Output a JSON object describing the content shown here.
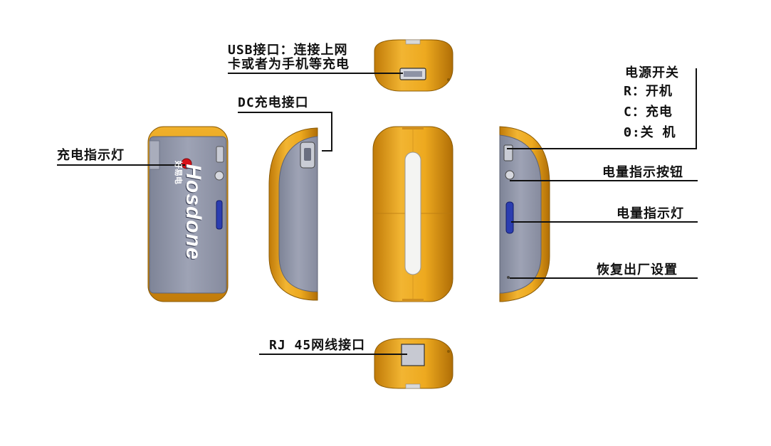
{
  "labels": {
    "usb_port_line1": "USB接口：连接上网",
    "usb_port_line2": "卡或者为手机等充电",
    "dc_port": "DC充电接口",
    "charge_indicator": "充电指示灯",
    "power_switch_title": "电源开关",
    "power_switch_r": "R：开机",
    "power_switch_c": "C：充电",
    "power_switch_off": "Θ:关 机",
    "battery_button": "电量指示按钮",
    "battery_indicator": "电量指示灯",
    "factory_reset": "恢复出厂设置",
    "rj45_port": "RJ 45网线接口"
  },
  "brand": {
    "logo_text": "Hosdone",
    "logo_sub": "好易电"
  },
  "colors": {
    "shell_orange": "#E8A317",
    "shell_dark": "#B07008",
    "body_gray": "#8F95A8",
    "body_light": "#B4B8C6",
    "led_red": "#D8121A",
    "led_blue": "#2B3DB0",
    "line": "#111111"
  }
}
